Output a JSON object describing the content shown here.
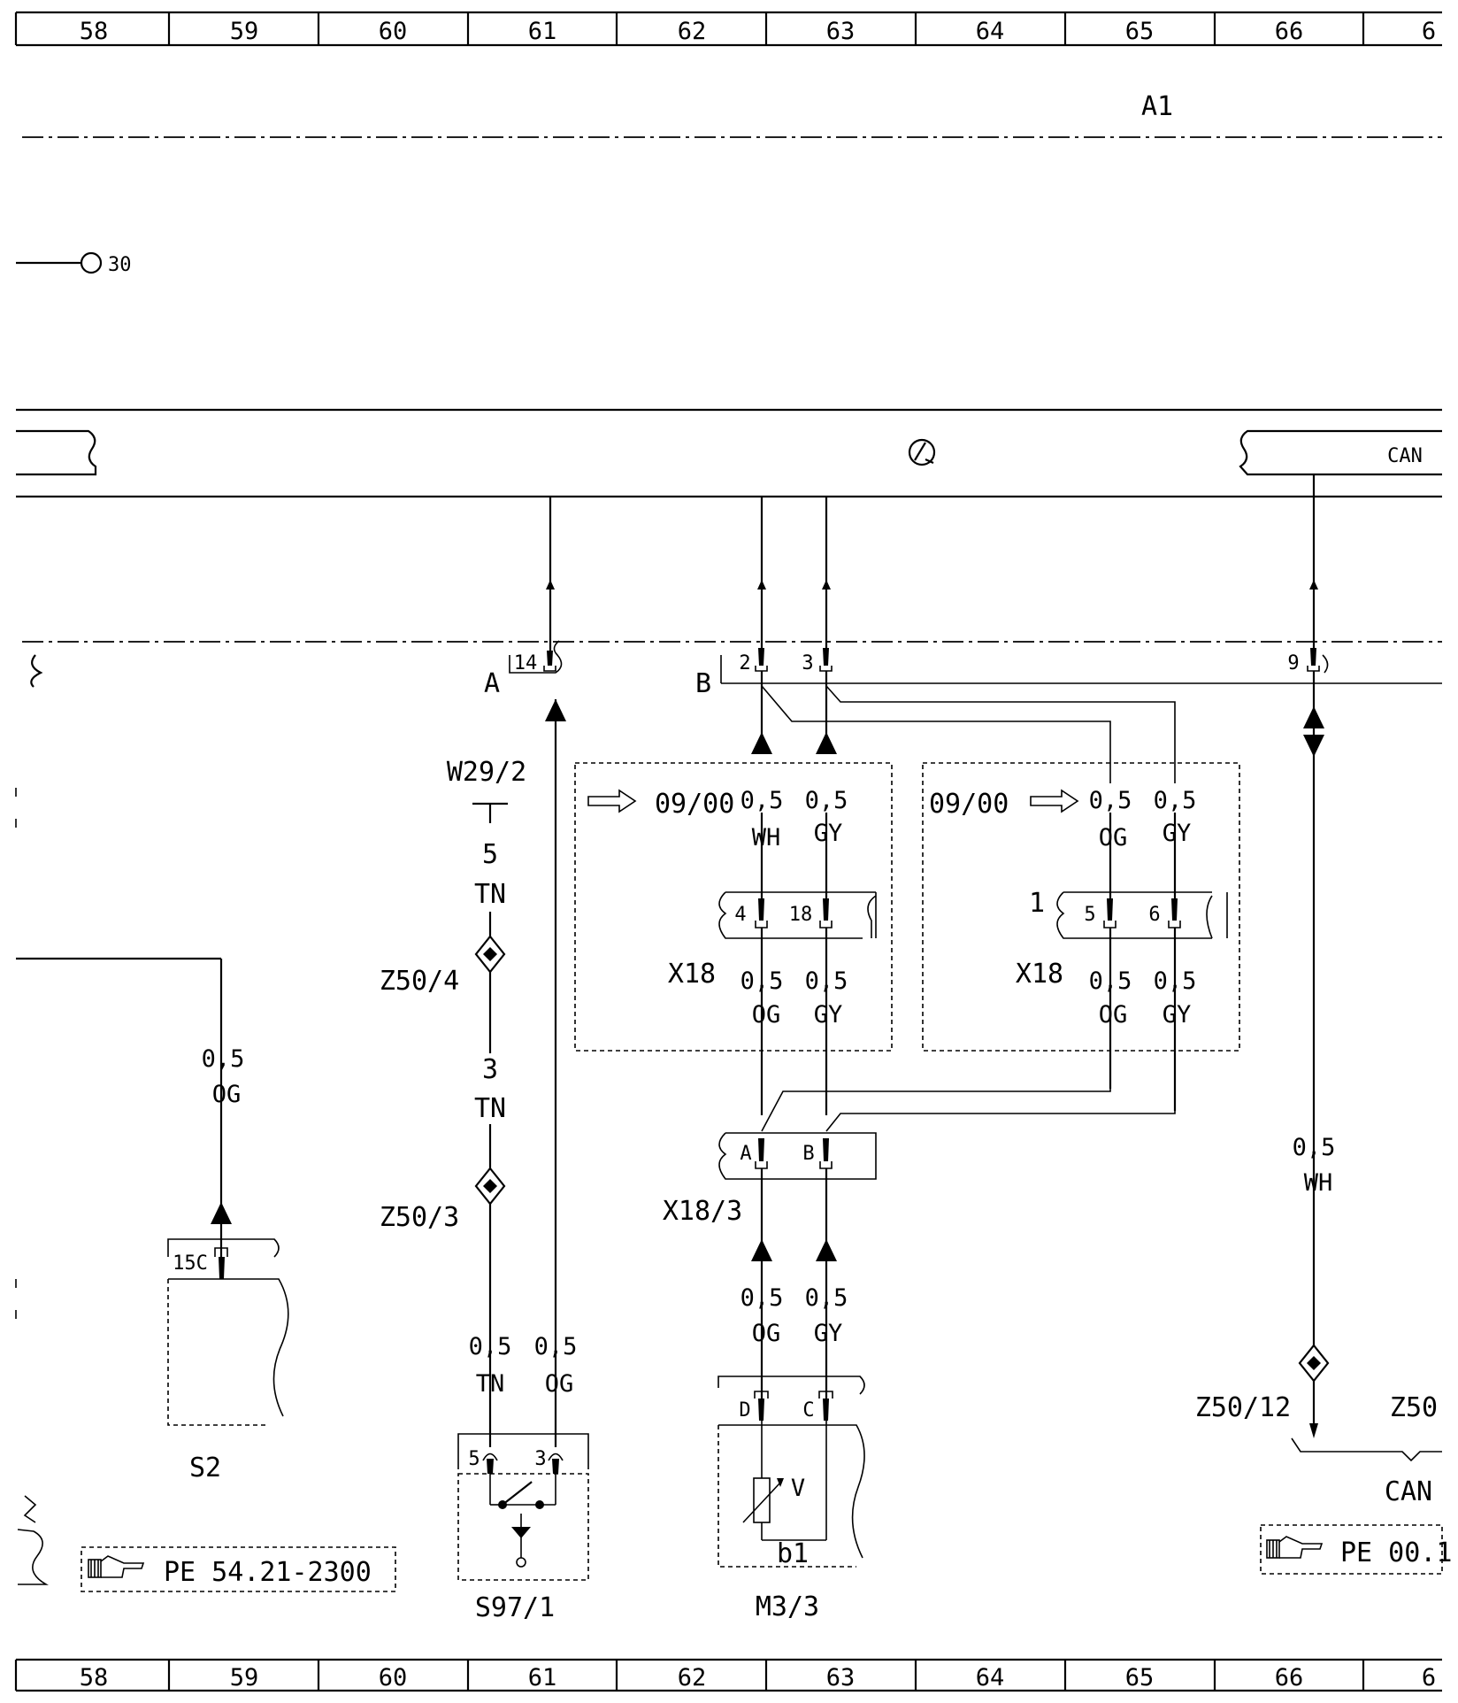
{
  "ruler": {
    "top": [
      "58",
      "59",
      "60",
      "61",
      "62",
      "63",
      "64",
      "65",
      "66",
      "6"
    ],
    "bottom": [
      "58",
      "59",
      "60",
      "61",
      "62",
      "63",
      "64",
      "65",
      "66",
      "6"
    ]
  },
  "module_label": "A1",
  "terminal_30": "30",
  "bus_label": "CAN",
  "connectors": {
    "A": {
      "label": "A",
      "pin": "14"
    },
    "B": {
      "label": "B",
      "pins": [
        "2",
        "3"
      ]
    },
    "right": {
      "pin": "9"
    }
  },
  "w29": "W29/2",
  "z50_4": "Z50/4",
  "z50_3": "Z50/3",
  "z50_12": "Z50/12",
  "z50_partial": "Z50",
  "tn_5": {
    "num": "5",
    "color": "TN"
  },
  "tn_3": {
    "num": "3",
    "color": "TN"
  },
  "box_left": {
    "date": "09/00",
    "w1": {
      "size": "0,5",
      "color": "WH"
    },
    "w2": {
      "size": "0,5",
      "color": "GY"
    },
    "pins": [
      "4",
      "18"
    ],
    "connector": "X18",
    "lw1": {
      "size": "0,5",
      "color": "OG"
    },
    "lw2": {
      "size": "0,5",
      "color": "GY"
    }
  },
  "box_right": {
    "date": "09/00",
    "w1": {
      "size": "0,5",
      "color": "OG"
    },
    "w2": {
      "size": "0,5",
      "color": "GY"
    },
    "one": "1",
    "pins": [
      "5",
      "6"
    ],
    "connector": "X18",
    "lw1": {
      "size": "0,5",
      "color": "OG"
    },
    "lw2": {
      "size": "0,5",
      "color": "GY"
    }
  },
  "x18_3": {
    "label": "X18/3",
    "pins": [
      "A",
      "B"
    ]
  },
  "s2": {
    "wire_size": "0,5",
    "wire_color": "OG",
    "pin": "15C",
    "label": "S2"
  },
  "s97": {
    "w1": {
      "size": "0,5",
      "color": "TN"
    },
    "w2": {
      "size": "0,5",
      "color": "OG"
    },
    "pins": [
      "5",
      "3"
    ],
    "label": "S97/1"
  },
  "m33": {
    "w1": {
      "size": "0,5",
      "color": "OG"
    },
    "w2": {
      "size": "0,5",
      "color": "GY"
    },
    "pins": [
      "D",
      "C"
    ],
    "v": "V",
    "b1": "b1",
    "label": "M3/3"
  },
  "can_wire": {
    "size": "0,5",
    "color": "WH"
  },
  "can_label": "CAN",
  "ref_left": "PE 54.21-2300",
  "ref_right": "PE 00.1"
}
